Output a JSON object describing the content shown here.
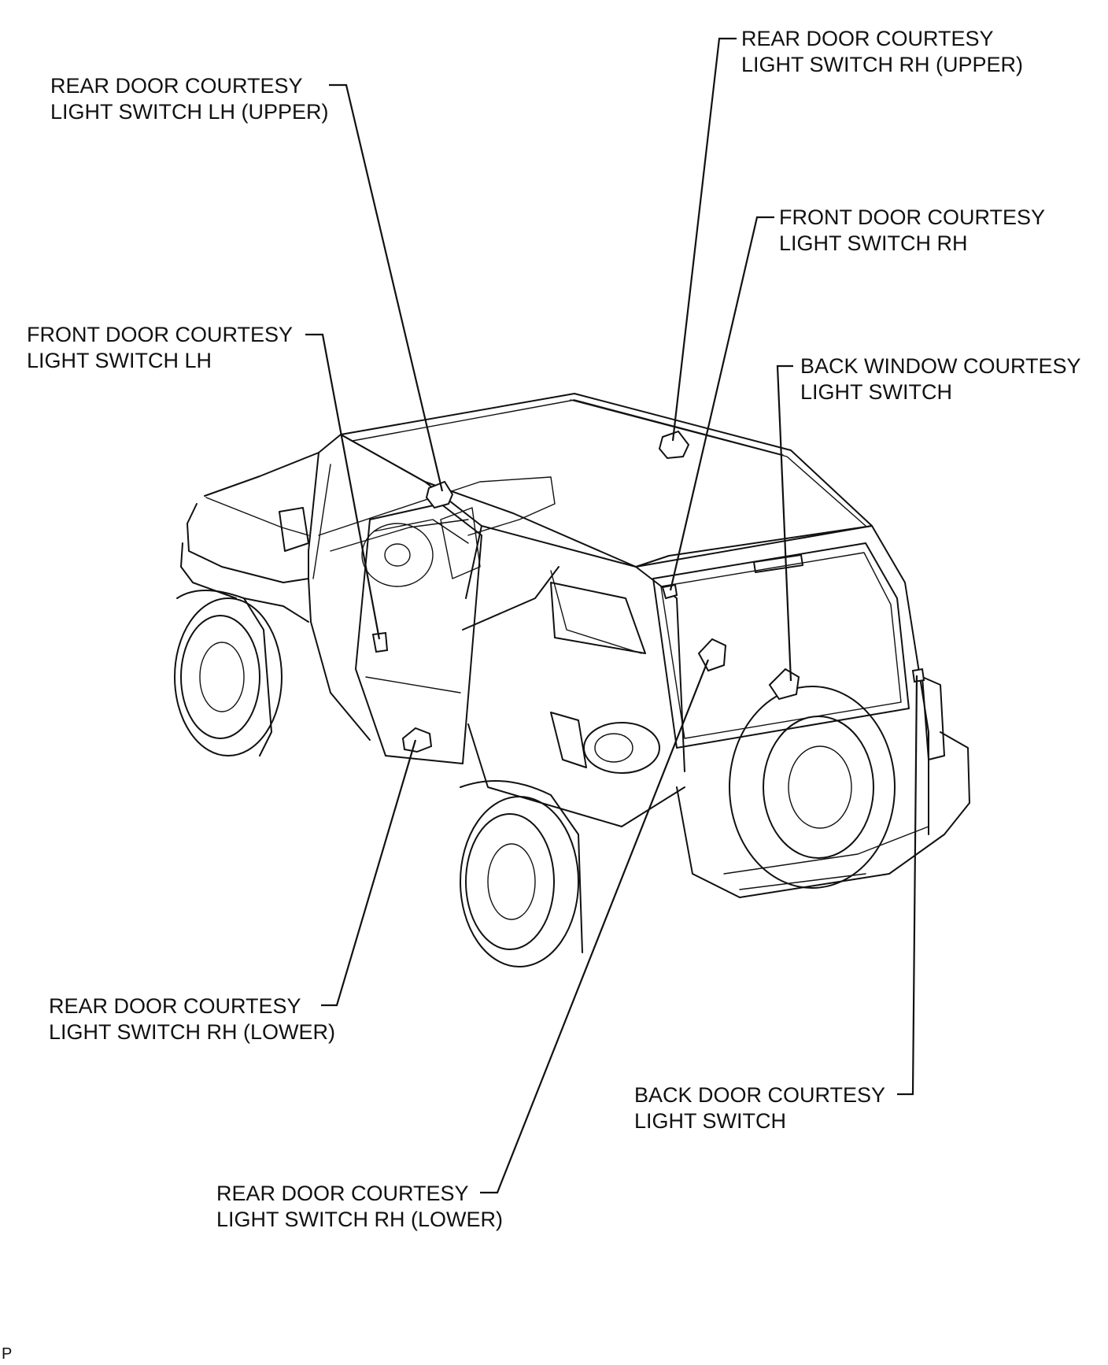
{
  "diagram": {
    "labels": [
      {
        "id": "rear-door-lh-upper",
        "lines": [
          "REAR DOOR COURTESY",
          "LIGHT SWITCH LH (UPPER)"
        ]
      },
      {
        "id": "rear-door-rh-upper",
        "lines": [
          "REAR DOOR COURTESY",
          "LIGHT SWITCH RH (UPPER)"
        ]
      },
      {
        "id": "front-door-rh",
        "lines": [
          "FRONT DOOR COURTESY",
          "LIGHT SWITCH RH"
        ]
      },
      {
        "id": "front-door-lh",
        "lines": [
          "FRONT DOOR COURTESY",
          "LIGHT SWITCH LH"
        ]
      },
      {
        "id": "back-window",
        "lines": [
          "BACK WINDOW COURTESY",
          "LIGHT SWITCH"
        ]
      },
      {
        "id": "rear-door-rh-lower-left",
        "lines": [
          "REAR DOOR COURTESY",
          "LIGHT SWITCH RH (LOWER)"
        ]
      },
      {
        "id": "back-door",
        "lines": [
          "BACK DOOR COURTESY",
          "LIGHT SWITCH"
        ]
      },
      {
        "id": "rear-door-rh-lower-bottom",
        "lines": [
          "REAR DOOR COURTESY",
          "LIGHT SWITCH RH (LOWER)"
        ]
      }
    ],
    "corner_mark": "P"
  }
}
